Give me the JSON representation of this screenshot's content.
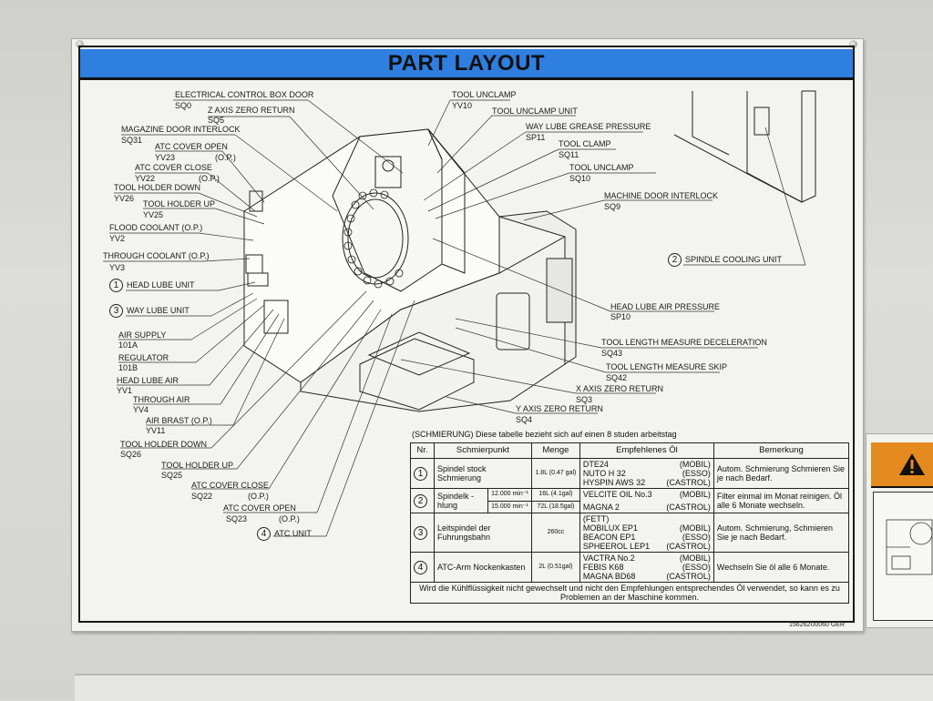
{
  "title": "PART LAYOUT",
  "labels_left": [
    {
      "name": "ELECTRICAL CONTROL BOX DOOR",
      "code": "SQ0"
    },
    {
      "name": "Z AXIS ZERO RETURN",
      "code": "SQ5"
    },
    {
      "name": "MAGAZINE DOOR INTERLOCK",
      "code": "SQ31"
    },
    {
      "name": "ATC COVER OPEN",
      "code": "YV23",
      "note": "(O.P.)"
    },
    {
      "name": "ATC COVER CLOSE",
      "code": "YV22",
      "note": "(O.P.)"
    },
    {
      "name": "TOOL HOLDER DOWN",
      "code": "YV26"
    },
    {
      "name": "TOOL HOLDER UP",
      "code": "YV25"
    },
    {
      "name": "FLOOD COOLANT (O.P.)",
      "code": "YV2"
    },
    {
      "name": "THROUGH COOLANT (O.P.)",
      "code": "YV3"
    },
    {
      "name": "HEAD LUBE UNIT",
      "num": "1"
    },
    {
      "name": "WAY LUBE UNIT",
      "num": "3"
    },
    {
      "name": "AIR SUPPLY",
      "code": "101A"
    },
    {
      "name": "REGULATOR",
      "code": "101B"
    },
    {
      "name": "HEAD LUBE AIR",
      "code": "YV1"
    },
    {
      "name": "THROUGH AIR",
      "code": "YV4"
    },
    {
      "name": "AIR BRAST (O.P.)",
      "code": "YV11"
    },
    {
      "name": "TOOL HOLDER DOWN",
      "code": "SQ26"
    },
    {
      "name": "TOOL HOLDER UP",
      "code": "SQ25"
    },
    {
      "name": "ATC COVER CLOSE",
      "code": "SQ22",
      "note": "(O.P.)"
    },
    {
      "name": "ATC COVER OPEN",
      "code": "SQ23",
      "note": "(O.P.)"
    },
    {
      "name": "ATC UNIT",
      "num": "4"
    }
  ],
  "labels_right": [
    {
      "name": "TOOL UNCLAMP",
      "code": "YV10"
    },
    {
      "name": "TOOL UNCLAMP UNIT",
      "code": ""
    },
    {
      "name": "WAY LUBE GREASE PRESSURE",
      "code": "SP11"
    },
    {
      "name": "TOOL CLAMP",
      "code": "SQ11"
    },
    {
      "name": "TOOL UNCLAMP",
      "code": "SQ10"
    },
    {
      "name": "MACHINE DOOR INTERLOCK",
      "code": "SQ9"
    },
    {
      "name": "SPINDLE COOLING UNIT",
      "num": "2"
    },
    {
      "name": "HEAD LUBE AIR PRESSURE",
      "code": "SP10"
    },
    {
      "name": "TOOL LENGTH MEASURE DECELERATION",
      "code": "SQ43"
    },
    {
      "name": "TOOL LENGTH MEASURE SKIP",
      "code": "SQ42"
    },
    {
      "name": "X AXIS ZERO RETURN",
      "code": "SQ3"
    },
    {
      "name": "Y AXIS ZERO RETURN",
      "code": "SQ4"
    }
  ],
  "table": {
    "caption": "(SCHMIERUNG) Diese tabelle bezieht sich auf einen 8 studen arbeitstag",
    "headers": [
      "Nr.",
      "Schmierpunkt",
      "Menge",
      "Empfehlenes Öl",
      "Bemerkung"
    ],
    "rows": [
      {
        "nr": "1",
        "punkt": "Spindel stock Schmierung",
        "menge": "1.8L (0.47 gal)",
        "oel": [
          [
            "DTE24",
            "(MOBIL)"
          ],
          [
            "NUTO H 32",
            "(ESSO)"
          ],
          [
            "HYSPIN AWS 32",
            "(CASTROL)"
          ]
        ],
        "bemerkung": "Autom. Schmierung Schmieren Sie je nach Bedarf."
      },
      {
        "nr": "2",
        "punkt": "Spindelk -hlung",
        "sub": [
          {
            "rpm": "12.000 min⁻¹",
            "menge": "16L (4.1gal)"
          },
          {
            "rpm": "15.000 min⁻¹",
            "menge": "72L (18.5gal)"
          }
        ],
        "oel": [
          [
            "VELCITE OIL No.3",
            "(MOBIL)"
          ],
          [
            "MAGNA 2",
            "(CASTROL)"
          ]
        ],
        "bemerkung": "Filter einmal im Monat reinigen. Öl alle 6 Monate wechseln."
      },
      {
        "nr": "3",
        "punkt": "Leitspindel der Fuhrungsbahn",
        "menge": "260cc",
        "oel": [
          [
            "(FETT)",
            ""
          ],
          [
            "MOBILUX EP1",
            "(MOBIL)"
          ],
          [
            "BEACON EP1",
            "(ESSO)"
          ],
          [
            "SPHEEROL LEP1",
            "(CASTROL)"
          ]
        ],
        "bemerkung": "Autom. Schmierung, Schmieren Sie je nach Bedarf."
      },
      {
        "nr": "4",
        "punkt": "ATC-Arm Nockenkasten",
        "menge": "2L (0.51gal)",
        "oel": [
          [
            "VACTRA No.2",
            "(MOBIL)"
          ],
          [
            "FEBIS K68",
            "(ESSO)"
          ],
          [
            "MAGNA BD68",
            "(CASTROL)"
          ]
        ],
        "bemerkung": "Wechseln Sie öl alle 6 Monate."
      }
    ],
    "footnote": "Wird die Kühlflüssigkeit nicht gewechselt und nicht den Empfehlungen entsprechendes Öl verwendet, so kann es zu Problemen an der Maschine kommen."
  },
  "part_number": "156262U0060 GER"
}
